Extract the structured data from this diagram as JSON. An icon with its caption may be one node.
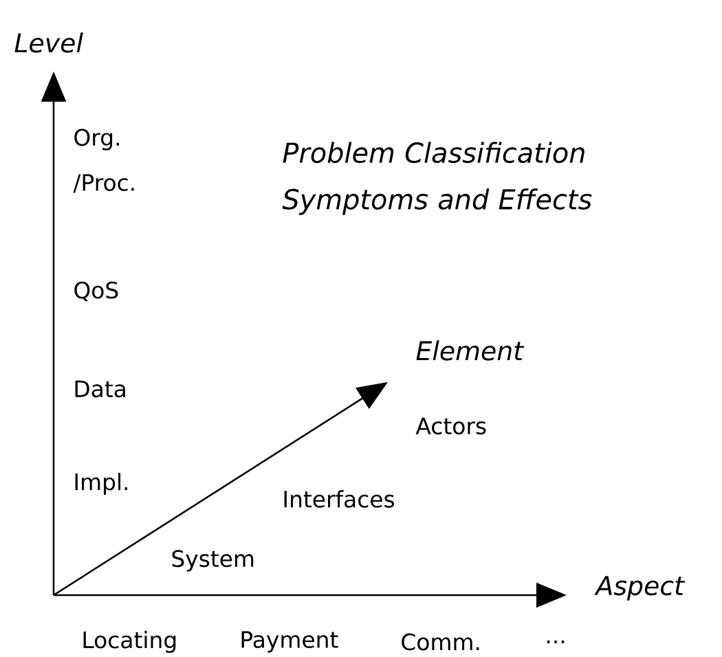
{
  "diagram": {
    "title": "Problem Classification Symptoms and Effects",
    "labels": [
      "Level",
      "Org. /Proc.",
      "QoS",
      "Data",
      "Impl.",
      "Element",
      "Actors",
      "Interfaces",
      "System",
      "Aspect",
      "Locating",
      "Payment",
      "Comm.",
      "..."
    ]
  }
}
